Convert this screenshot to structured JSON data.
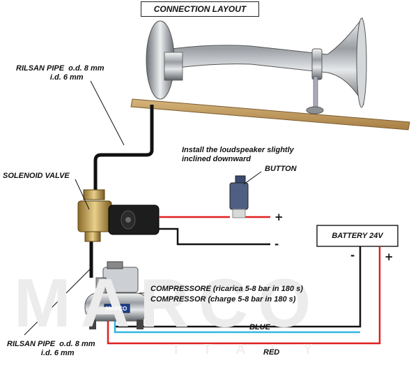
{
  "title": "CONNECTION LAYOUT",
  "watermark": {
    "main": "MARCO",
    "sub": "ITALY"
  },
  "labels": {
    "rilsan_top": "RILSAN PIPE  o.d. 8 mm\n                i.d. 6 mm",
    "rilsan_bottom": "RILSAN PIPE  o.d. 8 mm\n                i.d. 6 mm",
    "solenoid": "SOLENOID VALVE",
    "install_note": "Install the loudspeaker slightly\ninclined downward",
    "button": "BUTTON",
    "battery": "BATTERY 24V",
    "compressor_it": "COMPRESSORE (ricarica 5-8 bar in 180 s)",
    "compressor_en": "COMPRESSOR (charge 5-8 bar in 180 s)",
    "blue_wire": "BLUE",
    "red_wire": "RED",
    "plus_button": "+",
    "minus_solenoid": "-",
    "battery_minus": "-",
    "battery_plus": "+",
    "compressor_plate": "MARCO"
  },
  "colors": {
    "red_wire": "#e02020",
    "blue_wire": "#30b8e0",
    "black_wire": "#111111",
    "wood": "#c9a46a",
    "chrome": "#b9bcc0"
  }
}
